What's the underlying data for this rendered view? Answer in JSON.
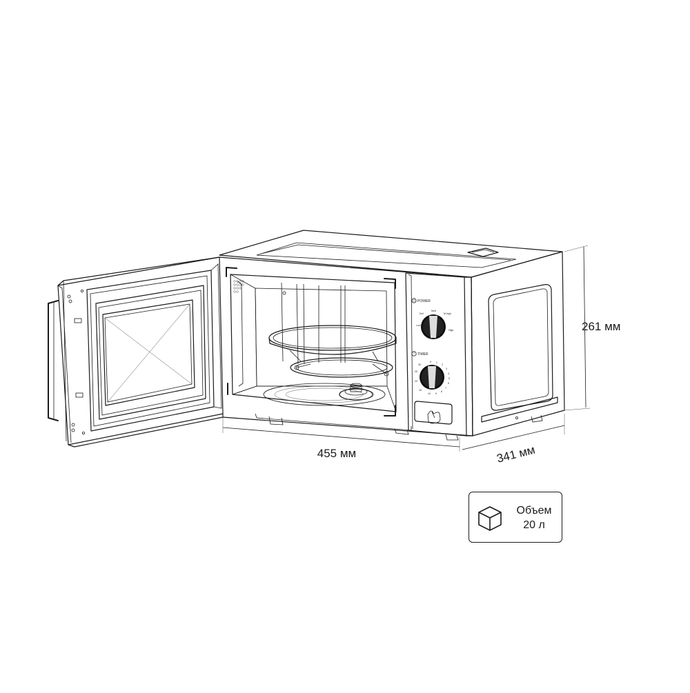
{
  "dimensions": {
    "width": "455 мм",
    "depth": "341 мм",
    "height": "261 мм"
  },
  "control_panel": {
    "power_label": "POWER",
    "timer_label": "TIMER",
    "power_scale": [
      "Low",
      "Med",
      "M.high",
      "High",
      "Def"
    ],
    "timer_scale": [
      "0",
      "1",
      "2",
      "3",
      "4",
      "5",
      "6",
      "7",
      "8",
      "9",
      "10",
      "15",
      "20",
      "25",
      "30"
    ]
  },
  "volume": {
    "label": "Объем",
    "value": "20 л",
    "icon": "cube-icon"
  }
}
